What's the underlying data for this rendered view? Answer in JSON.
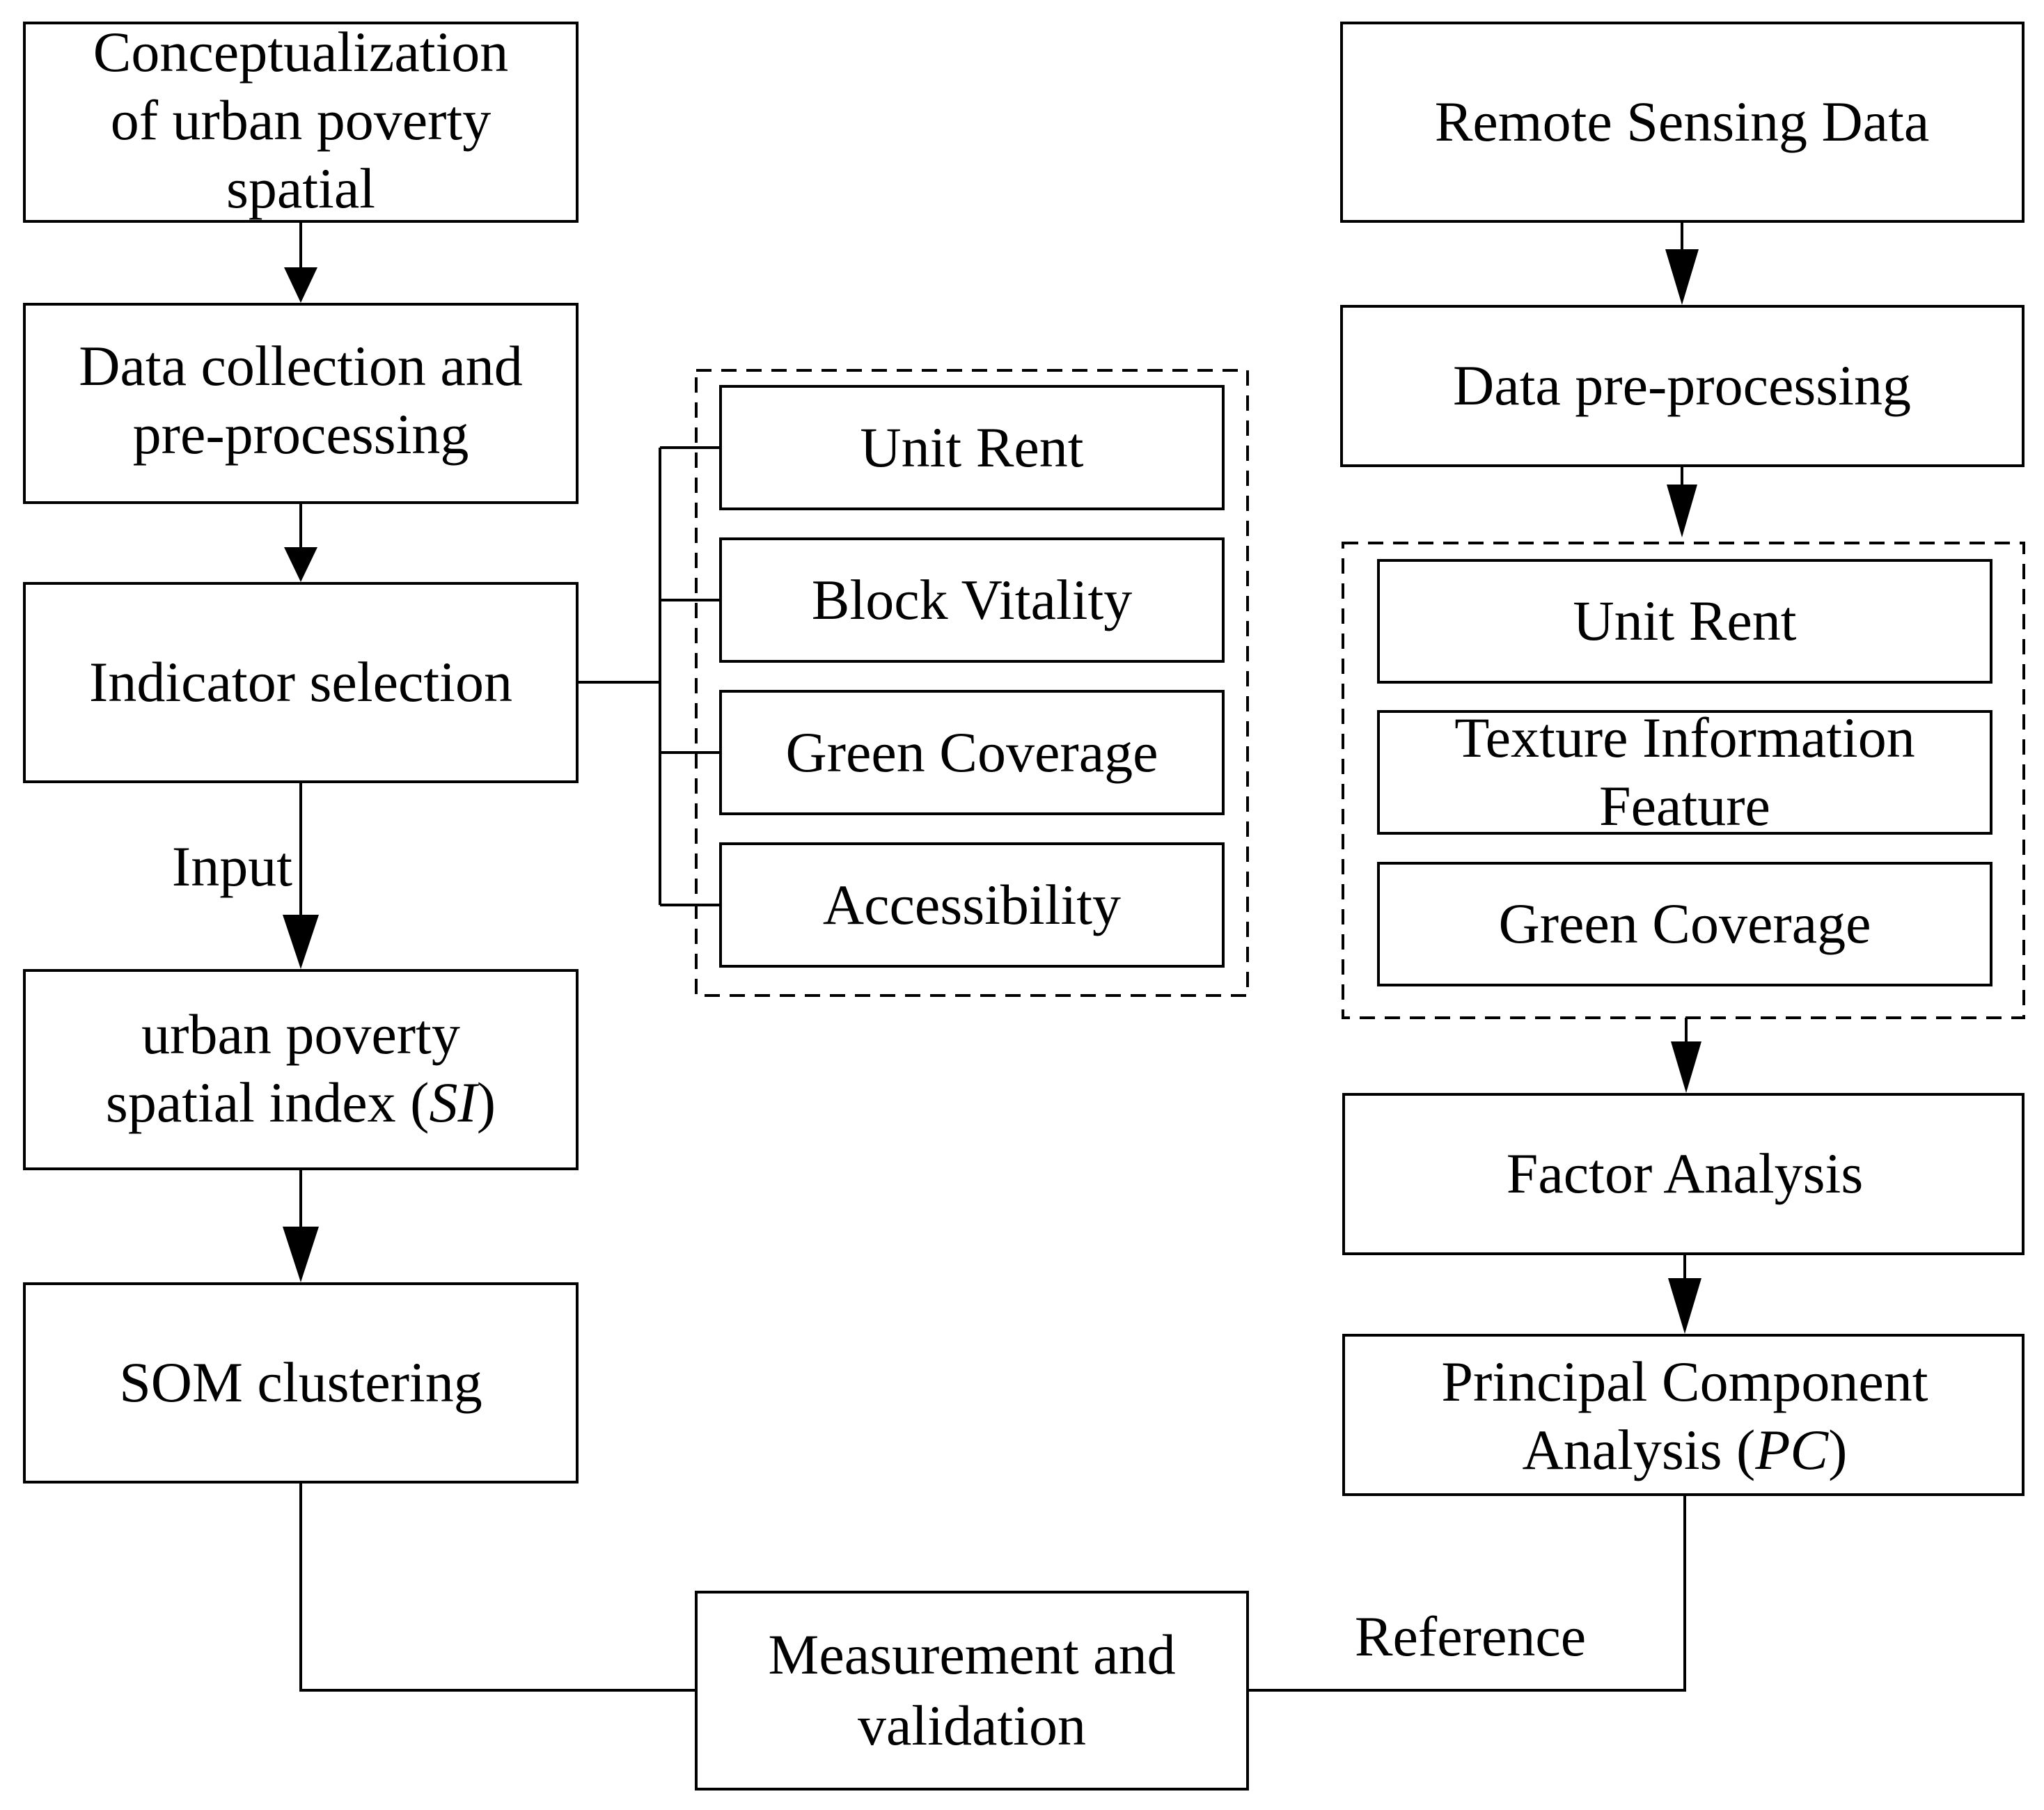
{
  "left_flow": {
    "conceptualization": [
      "Conceptualization",
      "of urban poverty",
      "spatial"
    ],
    "data_collection": [
      "Data collection and",
      "pre-processing"
    ],
    "indicator_selection": "Indicator selection",
    "input_label": "Input",
    "si_line1": "urban poverty",
    "si_line2_prefix": "spatial index (",
    "si_line2_italic": "SI",
    "si_line2_suffix": ")",
    "som_clustering": "SOM clustering"
  },
  "indicators": [
    "Unit Rent",
    "Block Vitality",
    "Green Coverage",
    "Accessibility"
  ],
  "right_flow": {
    "remote_sensing": "Remote Sensing Data",
    "preprocessing": "Data  pre-processing",
    "features": {
      "unit_rent": "Unit Rent",
      "texture": [
        "Texture Information",
        "Feature"
      ],
      "green_coverage": "Green Coverage"
    },
    "factor_analysis": "Factor Analysis",
    "pca_line1": "Principal Component",
    "pca_line2_prefix": "Analysis (",
    "pca_line2_italic": "PC",
    "pca_line2_suffix": ")"
  },
  "bottom": {
    "measurement": [
      "Measurement and",
      "validation"
    ],
    "reference_label": "Reference"
  }
}
